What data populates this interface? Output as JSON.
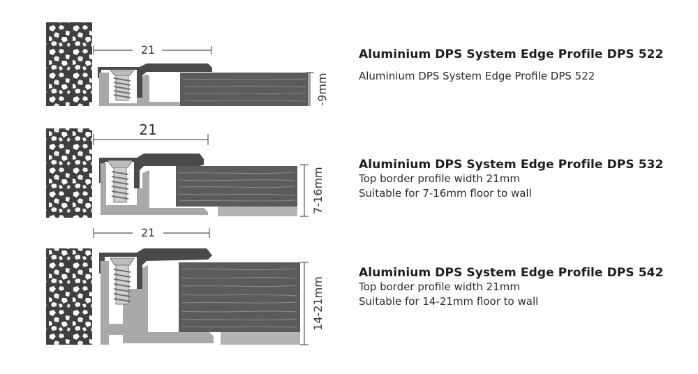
{
  "profiles": [
    {
      "title": "Aluminium DPS System Edge Profile DPS 522",
      "lines": [
        "Aluminium DPS System Edge Profile DPS 522"
      ],
      "width_label": "21",
      "height_label": "-9mm"
    },
    {
      "title": "Aluminium DPS System Edge Profile DPS 532",
      "lines": [
        "Top border profile width 21mm",
        "Suitable for 7-16mm floor to wall"
      ],
      "width_label": "21",
      "height_label": "7-16mm"
    },
    {
      "title": "Aluminium DPS System Edge Profile DPS 542",
      "lines": [
        "Top border profile width 21mm",
        "Suitable for 14-21mm floor to wall"
      ],
      "width_label": "21",
      "height_label": "14-21mm"
    }
  ],
  "colors": {
    "wall": "#3f3f3f",
    "stone": "#ffffff",
    "profile_dark": "#4a4a4a",
    "profile_light": "#a9a9a9",
    "board": "#5b5b5b",
    "underlay": "#b4b4b4"
  }
}
